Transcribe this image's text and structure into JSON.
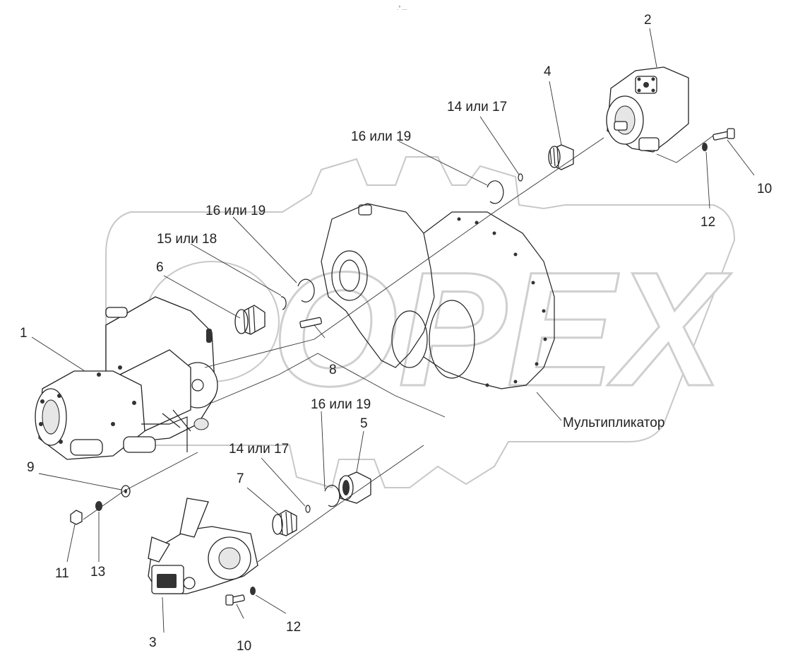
{
  "watermark": {
    "text": "OPEX"
  },
  "header_mark": ".° ...",
  "callouts": {
    "c1": "1",
    "c2": "2",
    "c3": "3",
    "c4": "4",
    "c5": "5",
    "c6": "6",
    "c7": "7",
    "c8": "8",
    "c9": "9",
    "c10_top": "10",
    "c10_bottom": "10",
    "c11": "11",
    "c12_top": "12",
    "c12_bottom": "12",
    "c13": "13",
    "c14_top": "14 или 17",
    "c14_bottom": "14 или 17",
    "c15": "15 или 18",
    "c16_top": "16 или 19",
    "c16_mid": "16 или 19",
    "c16_bottom": "16 или 19",
    "multiplier": "Мультипликатор"
  }
}
